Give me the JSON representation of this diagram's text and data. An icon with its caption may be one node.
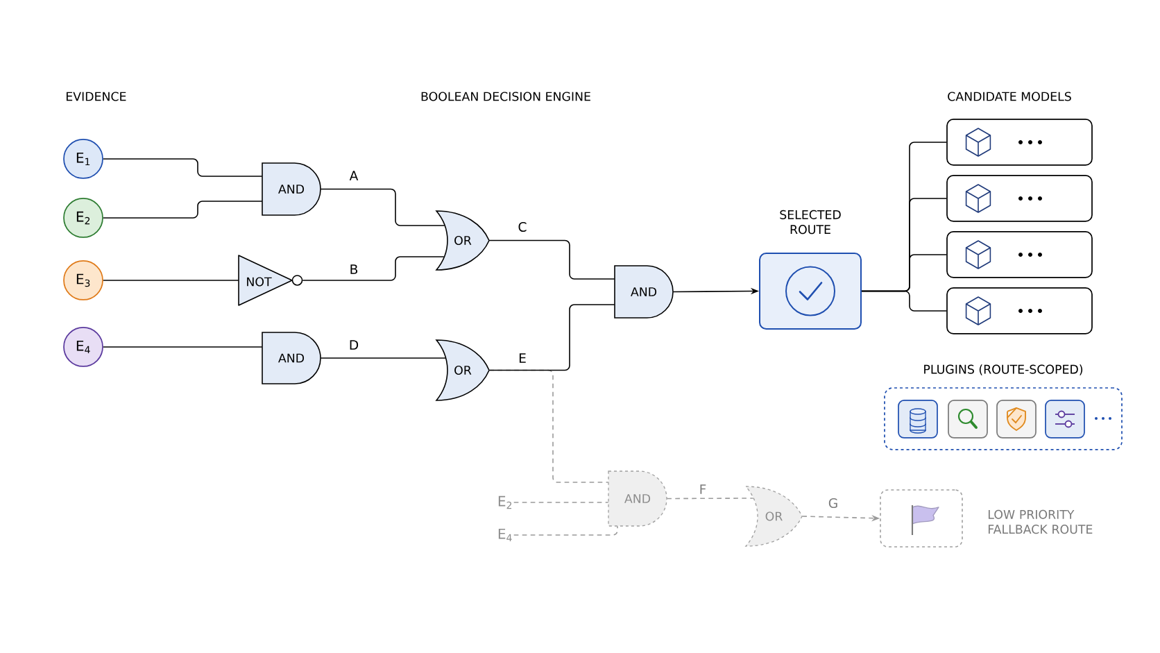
{
  "diagram": {
    "nodes": [
      {
        "text": [
          "E$_{1}$"
        ]
      },
      {
        "text": [
          "E$_{2}$"
        ]
      },
      {
        "text": [
          "E$_{3}$"
        ]
      },
      {
        "text": [
          "E$_{4}$"
        ]
      },
      {
        "text": [
          "AND"
        ]
      },
      {
        "text": [
          "NOT"
        ]
      },
      {
        "text": [
          "OR"
        ]
      },
      {
        "text": [
          "AND"
        ]
      },
      {
        "text": [
          "OR"
        ]
      },
      {
        "text": [
          "AND"
        ]
      },
      {
        "text": [
          "SELECTED ROUTE"
        ]
      },
      {
        "text": [],
        "shape": "box"
      },
      {
        "text": [],
        "shape": "box"
      },
      {
        "text": [],
        "shape": "box"
      },
      {
        "text": [],
        "shape": "box"
      },
      {
        "text": [
          "PLUGINS (ROUTE-SCOPED)"
        ]
      },
      {
        "text": [
          "E$_{2}$"
        ]
      },
      {
        "text": [
          "E$_{4}$"
        ]
      },
      {
        "text": [
          "AND"
        ]
      },
      {
        "text": [
          "OR"
        ]
      },
      {
        "text": [],
        "shape": "box",
        "beside": [
          "LOW PRIORITY FALLBACK ROUTE"
        ]
      }
    ],
    "edges": [
      {
        "from": 0,
        "to": 4,
        "arrow": "none"
      },
      {
        "from": 1,
        "to": 4,
        "arrow": "none"
      },
      {
        "from": 4,
        "to": 6,
        "arrow": "none",
        "label": "A"
      },
      {
        "from": 2,
        "to": 5,
        "arrow": "none"
      },
      {
        "from": 5,
        "to": 6,
        "arrow": "none",
        "label": "B"
      },
      {
        "from": 6,
        "to": 9,
        "arrow": "none",
        "label": "C"
      },
      {
        "from": 3,
        "to": 7,
        "arrow": "none"
      },
      {
        "from": 7,
        "to": 8,
        "arrow": "none",
        "label": "D"
      },
      {
        "from": 8,
        "to": 9,
        "arrow": "none",
        "label": "E"
      },
      {
        "from": 9,
        "to": 10,
        "arrow": "to"
      },
      {
        "from": 10,
        "to": 11,
        "arrow": "none"
      },
      {
        "from": 10,
        "to": 12,
        "arrow": "none"
      },
      {
        "from": 10,
        "to": 13,
        "arrow": "none"
      },
      {
        "from": 10,
        "to": 14,
        "arrow": "none"
      },
      {
        "from": 8,
        "to": 18,
        "arrow": "none",
        "style": "dashed",
        "color": "#9a9a9a"
      },
      {
        "from": 16,
        "to": 18,
        "arrow": "none",
        "style": "dashed",
        "color": "#9a9a9a"
      },
      {
        "from": 17,
        "to": 18,
        "arrow": "none",
        "style": "dashed",
        "color": "#9a9a9a"
      },
      {
        "from": 18,
        "to": 19,
        "arrow": "none",
        "style": "dashed",
        "color": "#9a9a9a",
        "label": "F"
      },
      {
        "from": 19,
        "to": 20,
        "arrow": "to",
        "style": "dashed",
        "color": "#9a9a9a",
        "label": "G"
      }
    ],
    "labels": [
      "EVIDENCE",
      "BOOLEAN DECISION ENGINE",
      "CANDIDATE MODELS"
    ]
  }
}
